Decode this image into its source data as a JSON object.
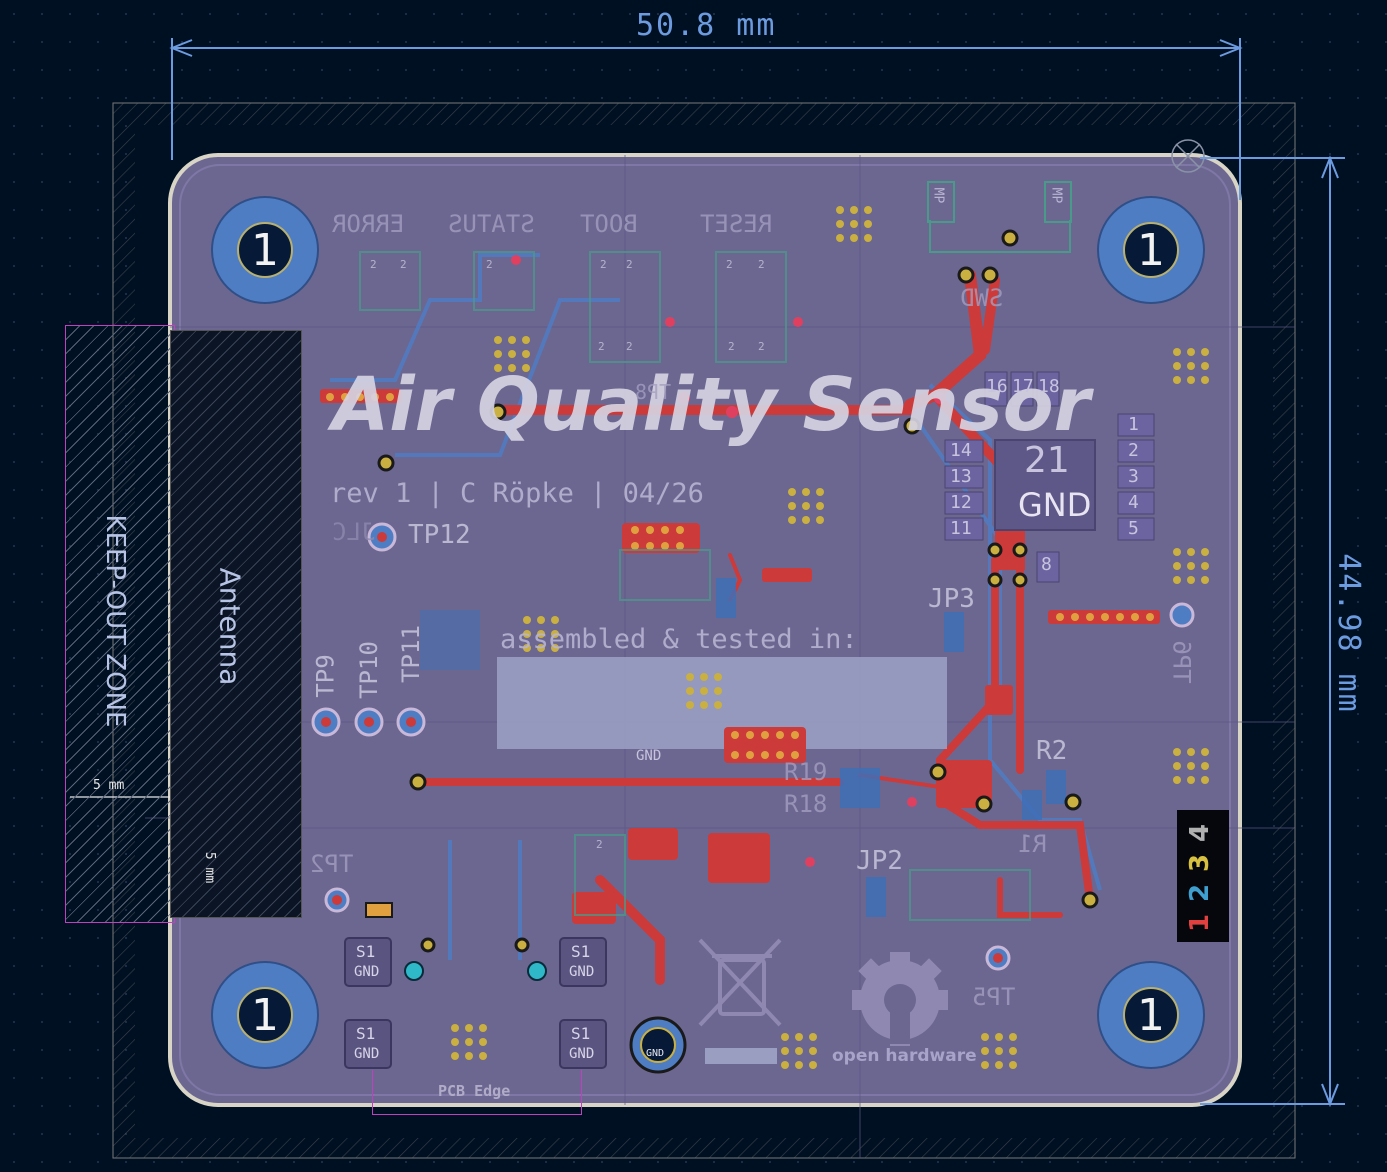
{
  "dimensions": {
    "width": "50.8 mm",
    "height": "44.98 mm",
    "keepout_w": "5 mm",
    "keepout_h": "5 mm"
  },
  "title": "Air Quality Sensor",
  "revision": "rev 1 | C Röpke | 04/26",
  "assembled": "assembled & tested in:",
  "antenna": "Antenna",
  "keepout": "KEEP-OUT ZONE",
  "pcb_edge": "PCB Edge",
  "open_hardware": "open hardware",
  "mounting_holes": [
    "1",
    "1",
    "1",
    "1"
  ],
  "gnd_via_label": "GND",
  "top_labels": [
    "ERROR",
    "STATUS",
    "BOOT",
    "RESET"
  ],
  "testpoints": {
    "tp2": "TP2",
    "tp5": "TP5",
    "tp6": "TP6",
    "tp8": "TP8",
    "tp9": "TP9",
    "tp10": "TP10",
    "tp11": "TP11",
    "tp12": "TP12"
  },
  "refs": {
    "jp2": "JP2",
    "jp3": "JP3",
    "r1": "R1",
    "r2": "R2",
    "r18": "R18",
    "r19": "R19",
    "s1": "S1",
    "gnd": "GND",
    "u1_big": "21",
    "u1_gnd": "GND",
    "swd": "SWD",
    "jlc": "JLC",
    "mp": "MP"
  },
  "pin_numbers_top": [
    "16",
    "17",
    "18"
  ],
  "pin_numbers_left": [
    "14",
    "13",
    "12",
    "11"
  ],
  "pin_numbers_right": [
    "1",
    "2",
    "3",
    "4",
    "5"
  ],
  "pin_number_bottom": "8",
  "layer_stack": [
    "1",
    "2",
    "3",
    "4"
  ],
  "colors": {
    "background": "#001023",
    "board": "#6c6791",
    "copper_front": "#cc3a3a",
    "copper_back": "#4f7dc4",
    "dimension": "#6d9be0",
    "silkscreen": "#d6d3e2",
    "edge_cuts": "#d8d4c6",
    "courtyard": "#c040c0"
  }
}
